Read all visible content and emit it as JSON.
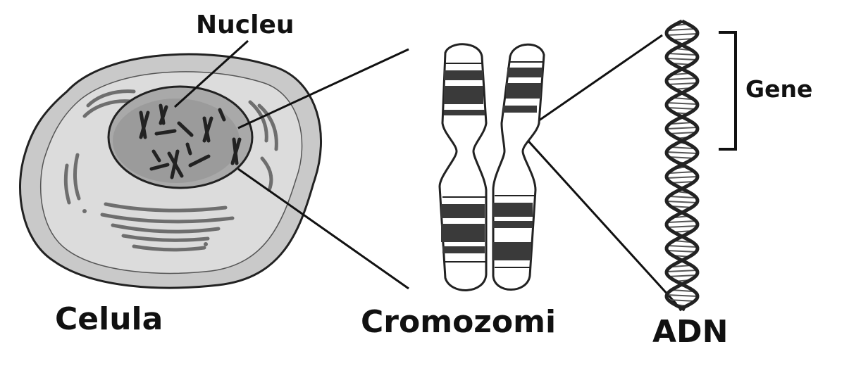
{
  "labels": {
    "nucleus": "Nucleu",
    "cell": "Celula",
    "chromosomes": "Cromozomi",
    "dna": "ADN",
    "gene": "Gene"
  },
  "colors": {
    "cell_outer": "#c9c9c9",
    "cell_inner": "#dcdcdc",
    "nucleus": "#a9a9a9",
    "organelle": "#7a7a7a",
    "chromosome_band_dark": "#3a3a3a",
    "line": "#111111"
  }
}
